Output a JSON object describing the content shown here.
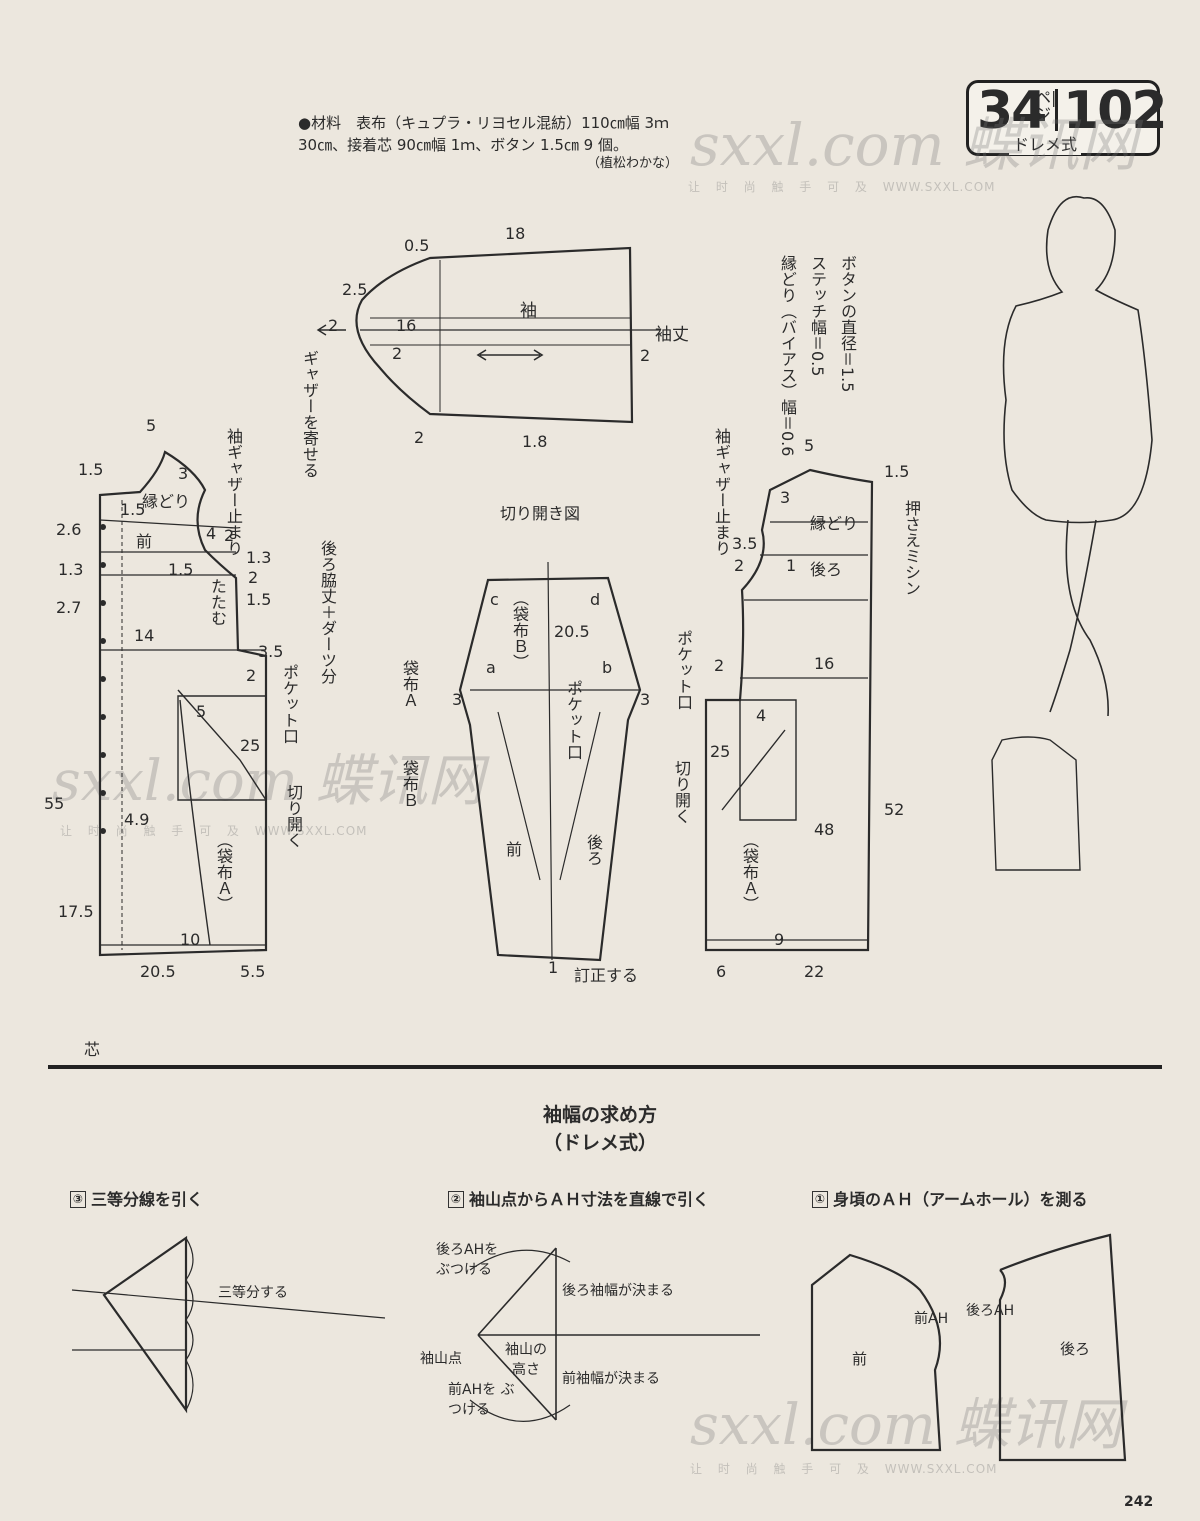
{
  "badge": {
    "page": "34",
    "unit": "ペ|ジ",
    "model": "102",
    "method": "ドレメ式"
  },
  "materials": {
    "text": "●材料　表布（キュプラ・リヨセル混紡）110㎝幅 3ｍ30㎝、接着芯 90㎝幅 1ｍ、ボタン 1.5㎝ 9 個。",
    "credit": "（植松わかな）"
  },
  "watermark": {
    "logo": "sxxl.com 蝶讯网",
    "tagline": "让 时 尚 触 手 可 及",
    "url": "WWW.SXXL.COM"
  },
  "sleeve": {
    "label": "袖",
    "cap_label": "袖丈",
    "gather_note": "ギャザーを寄せる",
    "dims": [
      "18",
      "0.5",
      "2.5",
      "2",
      "16",
      "2",
      "2",
      "2",
      "1.8"
    ]
  },
  "button_notes": [
    "ボタンの直径＝1.5",
    "ステッチ幅＝0.5",
    "縁どり（バイアス）幅＝0.6"
  ],
  "front": {
    "label": "前",
    "binding": "縁どり",
    "sleeve_gather_stop": "袖ギャザー止まり",
    "fold": "たたむ",
    "pocket_opening": "ポケット口",
    "cut_open": "切り開く",
    "pocket_bag": "（袋布Ａ）",
    "interfacing": "芯",
    "dims": [
      "5",
      "1.5",
      "3",
      "1.5",
      "2.6",
      "4",
      "2",
      "1.3",
      "1.5",
      "2",
      "1.3",
      "1.5",
      "2.7",
      "14",
      "3.5",
      "2",
      "5",
      "25",
      "4.9",
      "55",
      "17.5",
      "10",
      "20.5",
      "5.5"
    ]
  },
  "cut_diagram": {
    "title": "切り開き図",
    "side_note": "後ろ脇丈＋ダーツ分",
    "bag_a": "袋布Ａ",
    "bag_b": "袋布Ｂ",
    "bag_b_in": "（袋布Ｂ）",
    "pocket_opening": "ポケット口",
    "front": "前",
    "back": "後ろ",
    "correct": "訂正する",
    "dims": [
      "20.5",
      "3",
      "3",
      "1"
    ],
    "letters": [
      "c",
      "d",
      "a",
      "b"
    ]
  },
  "back": {
    "label": "後ろ",
    "binding": "縁どり",
    "sleeve_gather_stop": "袖ギャザー止まり",
    "pocket_opening": "ポケット口",
    "cut_open": "切り開く",
    "pocket_bag": "（袋布Ａ）",
    "press_stitch": "押さえミシン",
    "dims": [
      "5",
      "1.5",
      "3",
      "3.5",
      "1",
      "2",
      "16",
      "2",
      "4",
      "25",
      "48",
      "52",
      "9",
      "6",
      "22"
    ]
  },
  "sleeve_method": {
    "title": "袖幅の求め方",
    "subtitle": "（ドレメ式）",
    "steps": [
      {
        "n": "③",
        "text": "三等分線を引く"
      },
      {
        "n": "②",
        "text": "袖山点からＡＨ寸法を直線で引く"
      },
      {
        "n": "①",
        "text": "身頃のＡＨ（アームホール）を測る"
      }
    ],
    "labels": {
      "thirds": "三等分する",
      "back_ah_apply": "後ろAHを ぶつける",
      "back_width": "後ろ袖幅が決まる",
      "cap_point": "袖山点",
      "cap_height": "袖山の 高さ",
      "front_width": "前袖幅が決まる",
      "front_ah_apply": "前AHを ぶつける",
      "front": "前",
      "front_ah": "前AH",
      "back_ah": "後ろAH",
      "back": "後ろ"
    }
  },
  "page_number": "242"
}
